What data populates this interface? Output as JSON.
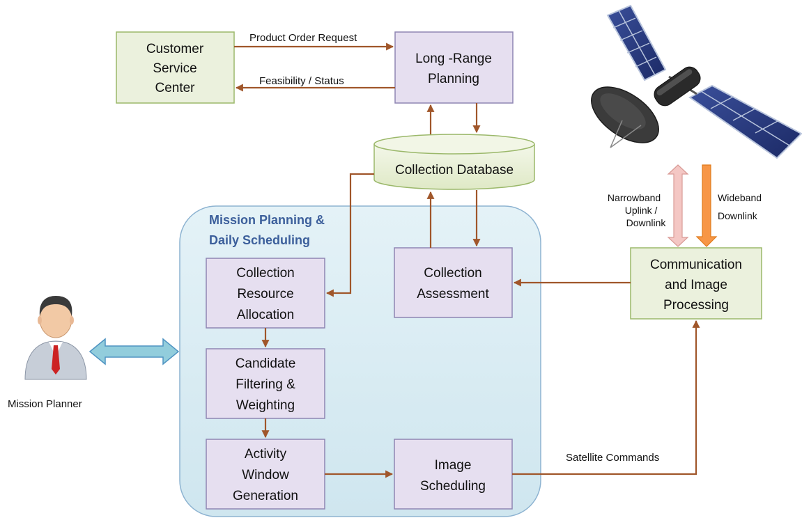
{
  "nodes": {
    "customer_service": [
      "Customer",
      "Service",
      "Center"
    ],
    "long_range_planning": [
      "Long -Range",
      "Planning"
    ],
    "collection_database": "Collection Database",
    "collection_assessment": [
      "Collection",
      "Assessment"
    ],
    "collection_resource_allocation": [
      "Collection",
      "Resource",
      "Allocation"
    ],
    "candidate_filtering": [
      "Candidate",
      "Filtering &",
      "Weighting"
    ],
    "activity_window": [
      "Activity",
      "Window",
      "Generation"
    ],
    "image_scheduling": [
      "Image",
      "Scheduling"
    ],
    "comm_image_processing": [
      "Communication",
      "and Image",
      "Processing"
    ]
  },
  "region": {
    "title": [
      "Mission Planning &",
      "Daily Scheduling"
    ]
  },
  "edge_labels": {
    "product_order": "Product Order Request",
    "feasibility": "Feasibility / Status",
    "narrowband": [
      "Narrowband",
      "Uplink /",
      "Downlink"
    ],
    "wideband": [
      "Wideband",
      "Downlink"
    ],
    "satellite_commands": "Satellite Commands"
  },
  "actor": {
    "label": "Mission Planner"
  },
  "colors": {
    "process_box": "#e6dff0",
    "external_box": "#ebf1dd",
    "region_fill": "#dcedf3",
    "flow_arrow": "#a0562a",
    "region_title": "#3c5f9b",
    "narrowband_arrow": "#f4c7c4",
    "wideband_arrow": "#f79646",
    "planner_arrow": "#92cddc"
  },
  "icons": [
    "satellite-icon",
    "mission-planner-person-icon"
  ]
}
